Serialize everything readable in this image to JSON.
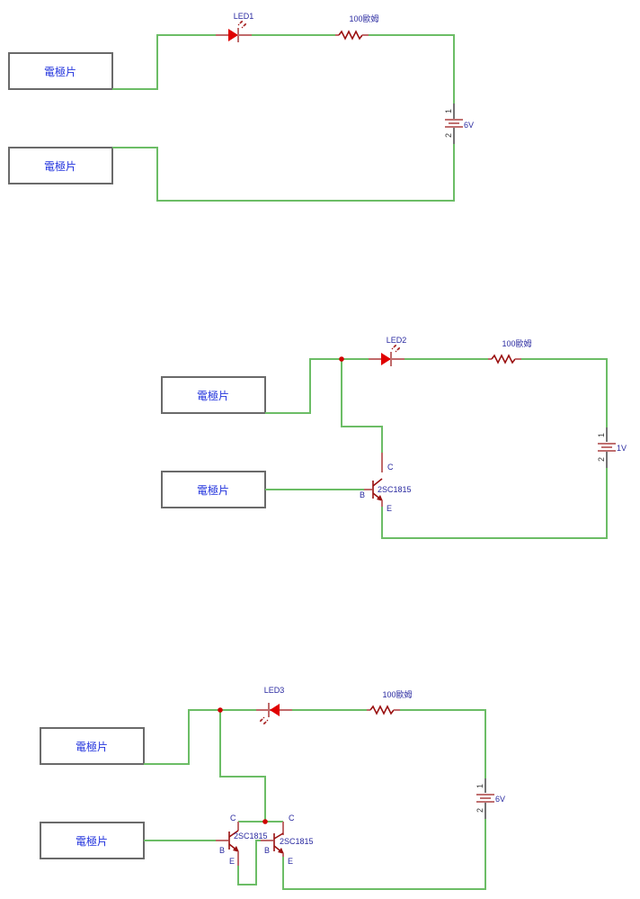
{
  "circuits": [
    {
      "electrodes": [
        {
          "label": "電極片"
        },
        {
          "label": "電極片"
        }
      ],
      "led": {
        "label": "LED1"
      },
      "resistor": {
        "label": "100歐姆"
      },
      "battery": {
        "label": "6V",
        "pin1": "1",
        "pin2": "2"
      }
    },
    {
      "electrodes": [
        {
          "label": "電極片"
        },
        {
          "label": "電極片"
        }
      ],
      "led": {
        "label": "LED2"
      },
      "resistor": {
        "label": "100歐姆"
      },
      "battery": {
        "label": "1V",
        "pin1": "1",
        "pin2": "2"
      },
      "transistor": {
        "label": "2SC1815",
        "c": "C",
        "b": "B",
        "e": "E"
      }
    },
    {
      "electrodes": [
        {
          "label": "電極片"
        },
        {
          "label": "電極片"
        }
      ],
      "led": {
        "label": "LED3"
      },
      "resistor": {
        "label": "100歐姆"
      },
      "battery": {
        "label": "6V",
        "pin1": "1",
        "pin2": "2"
      },
      "transistors": [
        {
          "label": "2SC1815",
          "c": "C",
          "b": "B",
          "e": "E"
        },
        {
          "label": "2SC1815",
          "c": "C",
          "b": "B",
          "e": "E"
        }
      ]
    }
  ]
}
